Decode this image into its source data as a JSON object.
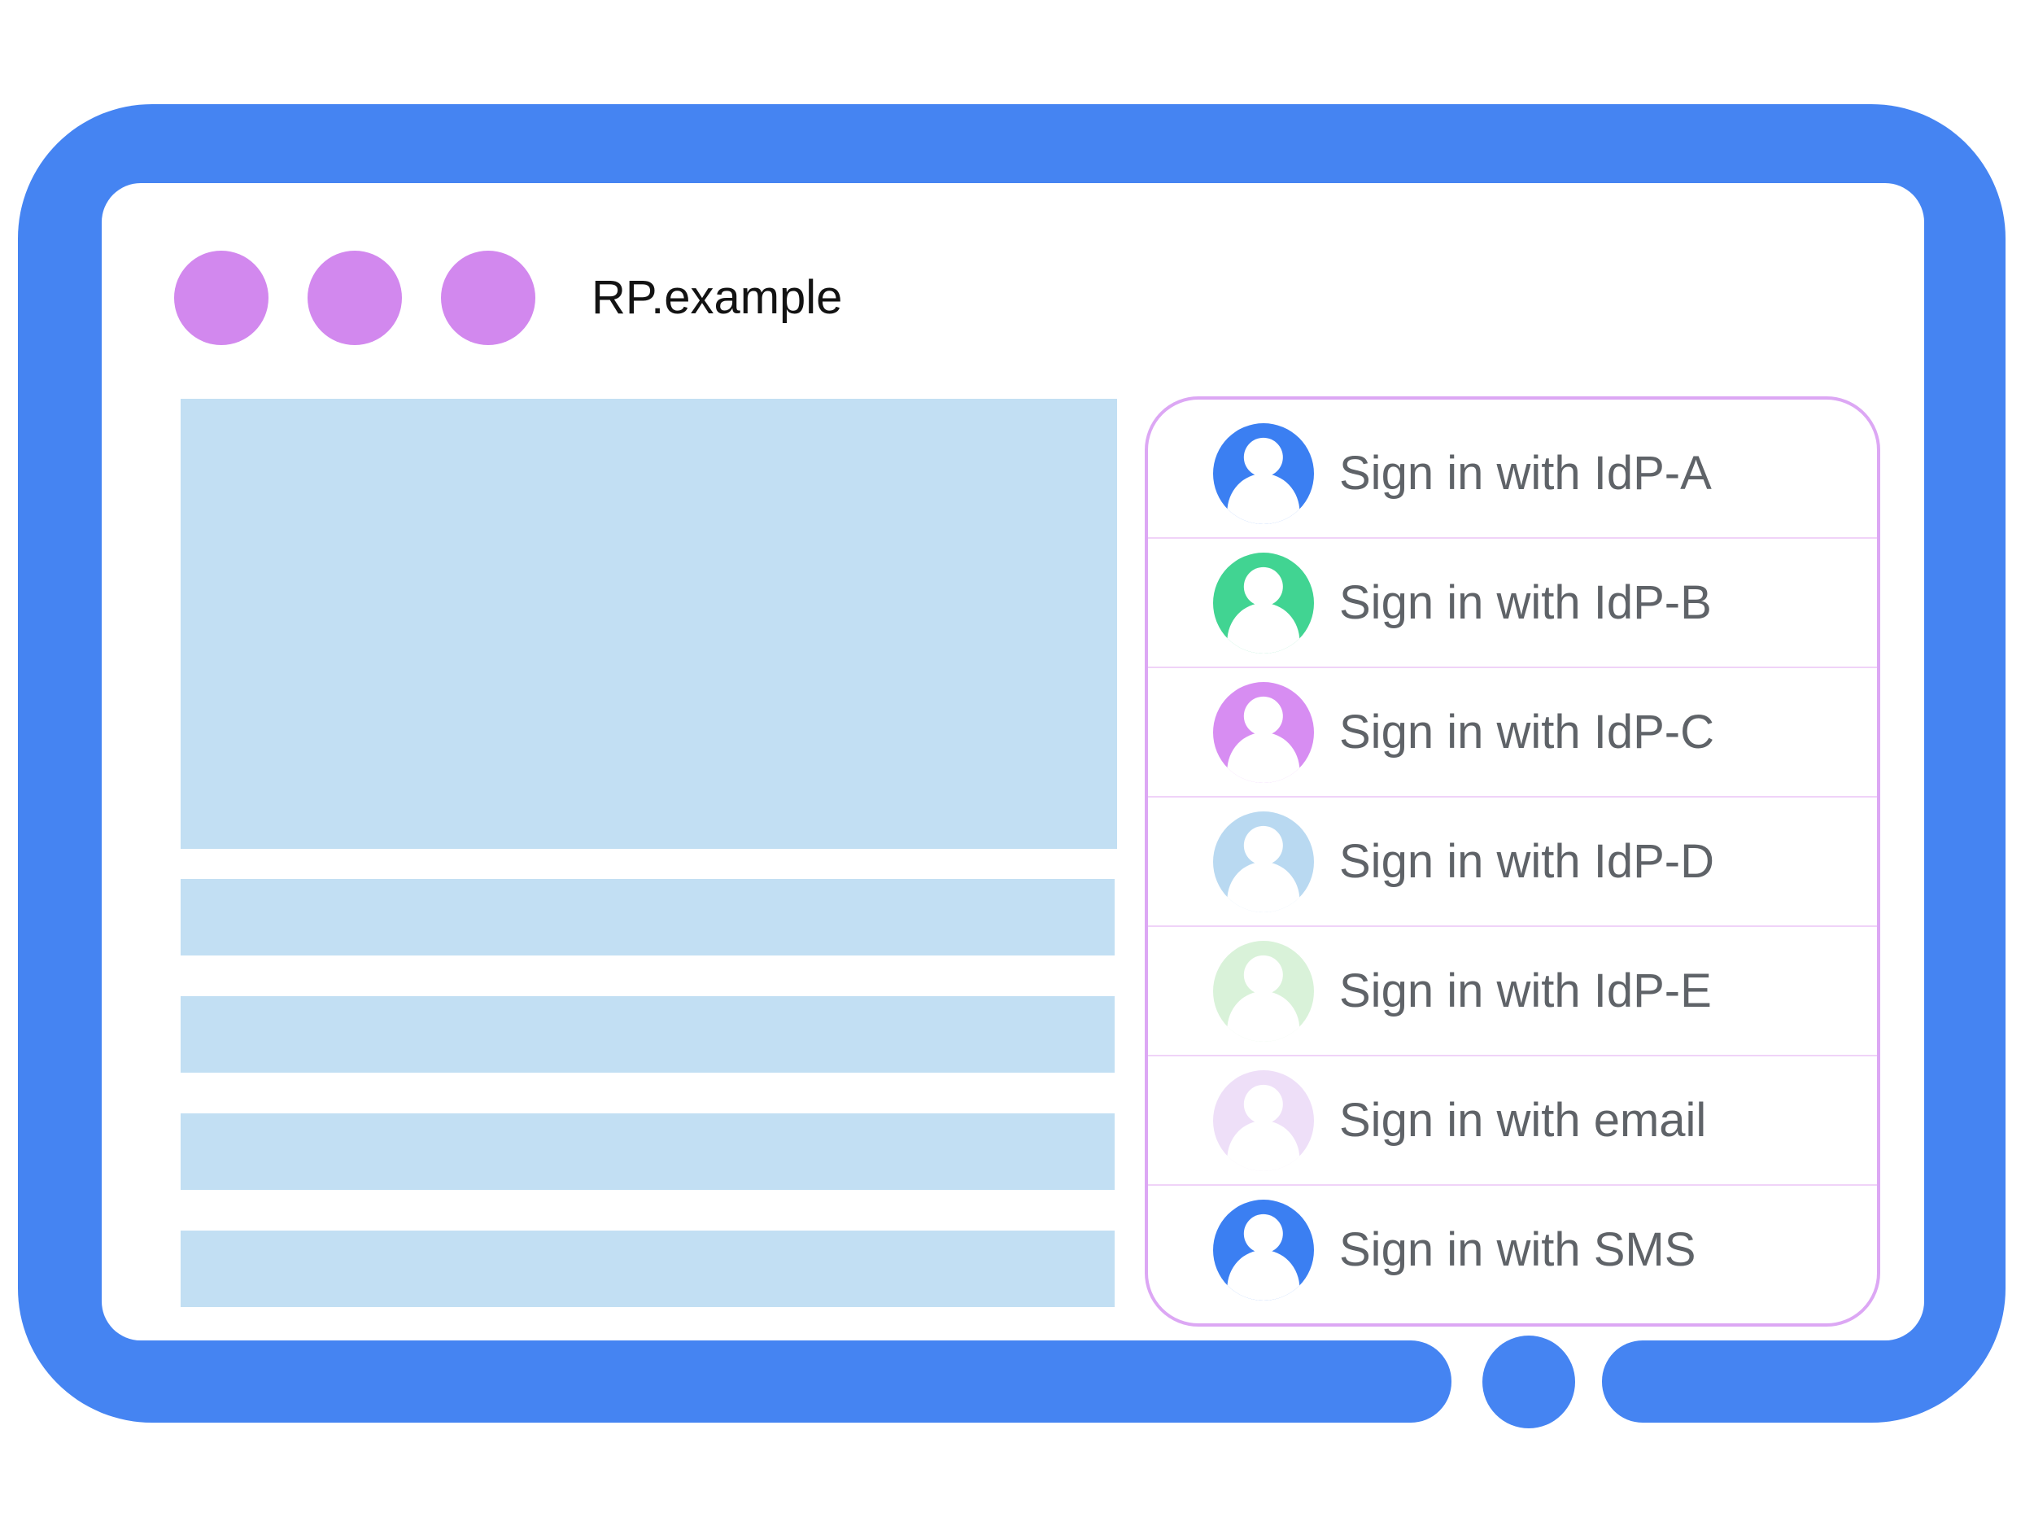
{
  "window": {
    "title": "RP.example",
    "frame_color": "#4584f2",
    "dot_color": "#d288ee",
    "dot_count": 3
  },
  "content_placeholder": {
    "block_color": "#c2dff3",
    "bar_count": 4,
    "bar_tops": [
      1080,
      1224,
      1368,
      1512
    ]
  },
  "signin_panel": {
    "border_color": "#dca7f4",
    "divider_color": "#f0d3f8",
    "label_color": "#5f6368",
    "items": [
      {
        "label": "Sign in with IdP-A",
        "icon": "account-icon",
        "color": "#3b7ff2"
      },
      {
        "label": "Sign in with IdP-B",
        "icon": "account-icon",
        "color": "#41d492"
      },
      {
        "label": "Sign in with IdP-C",
        "icon": "account-icon",
        "color": "#d78df2"
      },
      {
        "label": "Sign in with IdP-D",
        "icon": "account-icon",
        "color": "#b9d9f1"
      },
      {
        "label": "Sign in with IdP-E",
        "icon": "account-icon",
        "color": "#d9f2d9"
      },
      {
        "label": "Sign in with email",
        "icon": "account-icon",
        "color": "#eedff8"
      },
      {
        "label": "Sign in with SMS",
        "icon": "account-icon",
        "color": "#3b7ff2"
      }
    ]
  },
  "home_button": {
    "color": "#4584f2"
  }
}
